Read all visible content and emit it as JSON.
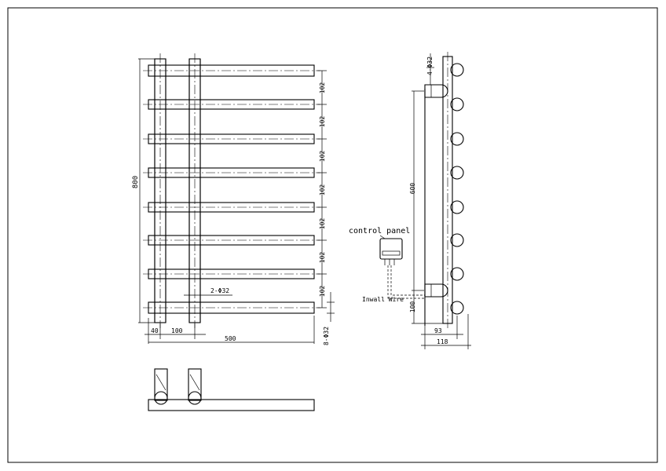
{
  "front_view": {
    "overall_height": "800",
    "bar_spacing": [
      "102",
      "102",
      "102",
      "102",
      "102",
      "102",
      "102"
    ],
    "bar_diameter_note": "2-Φ32",
    "pipe_diameter_note": "8-Φ32",
    "dim_left_offset": "40",
    "dim_post_spacing": "100",
    "overall_width": "500"
  },
  "side_view": {
    "mount_note": "4-Φ32",
    "height_dim": "600",
    "bottom_dim": "100",
    "depth_dim": "93",
    "overall_depth": "118",
    "control_panel_label": "control panel",
    "wire_label": "Inwall Wire"
  }
}
